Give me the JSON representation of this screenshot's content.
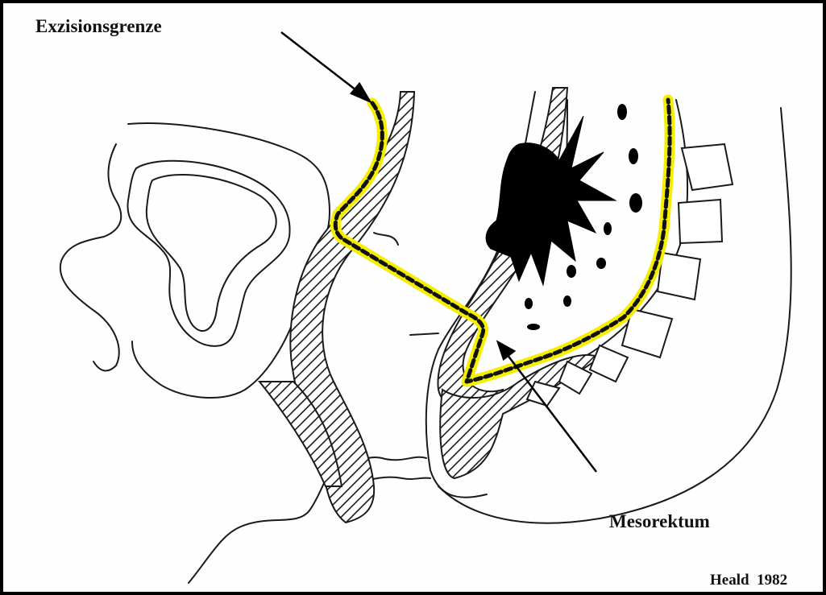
{
  "labels": {
    "excision_limit": "Exzisionsgrenze",
    "mesorectum": "Mesorektum",
    "credit_author": "Heald",
    "credit_year": "1982"
  },
  "colors": {
    "line": "#1a1a1a",
    "highlight": "#f5ee00",
    "tumor": "#000000",
    "background": "#fefefe"
  }
}
